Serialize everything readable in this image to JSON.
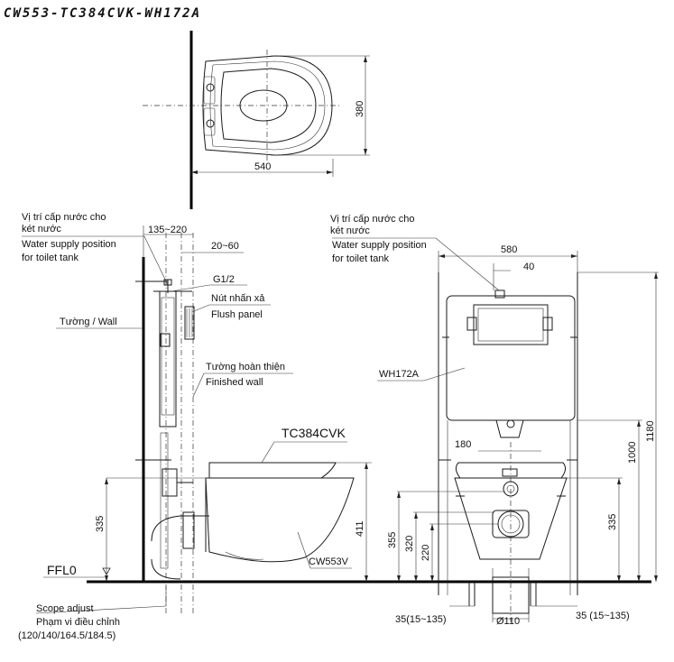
{
  "title": "CW553-TC384CVK-WH172A",
  "top_view": {
    "width_dim": "540",
    "depth_dim": "380"
  },
  "side_view": {
    "supply_label_vi_1": "Vị trí cấp nước cho",
    "supply_label_vi_2": "két nước",
    "supply_label_en_1": "Water supply position",
    "supply_label_en_2": "for toilet tank",
    "dim_135_220": "135~220",
    "dim_20_60": "20~60",
    "g12": "G1/2",
    "flush_vi": "Nút nhấn xả",
    "flush_en": "Flush panel",
    "wall": "Tường / Wall",
    "finished_vi": "Tường hoàn thiện",
    "finished_en": "Finished wall",
    "seat_model": "TC384CVK",
    "bowl_model": "CW553V",
    "dim_335": "335",
    "dim_411": "411",
    "ffl": "FFL0",
    "scope_en": "Scope adjust",
    "scope_vi": "Phạm vi điều chỉnh",
    "scope_values": "(120/140/164.5/184.5)"
  },
  "front_view": {
    "supply_label_vi_1": "Vị trí cấp nước cho",
    "supply_label_vi_2": "két nước",
    "supply_label_en_1": "Water supply position",
    "supply_label_en_2": "for toilet tank",
    "dim_580": "580",
    "dim_40": "40",
    "frame_model": "WH172A",
    "dim_180": "180",
    "dim_1000": "1000",
    "dim_1180": "1180",
    "dim_335": "335",
    "dim_355": "355",
    "dim_320": "320",
    "dim_220": "220",
    "dim_left_foot": "35(15~135)",
    "dim_right_foot": "35 (15~135)",
    "dim_pipe": "Ø110"
  }
}
